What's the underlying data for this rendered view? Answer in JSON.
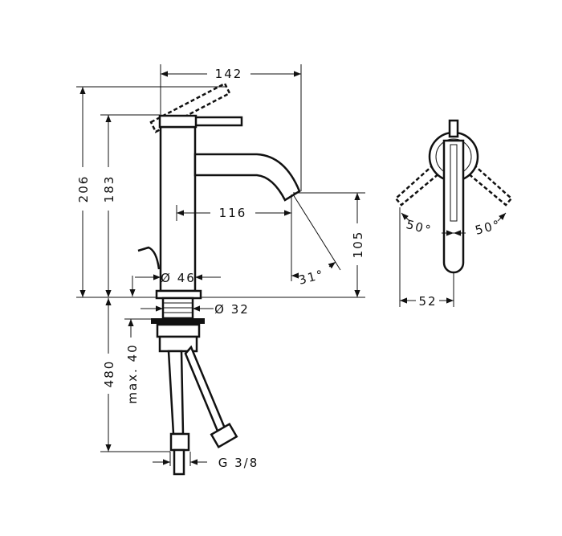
{
  "dimensions": {
    "width_total": "142",
    "height_lever_raised": "206",
    "height_total": "183",
    "spout_projection": "116",
    "spout_height": "105",
    "spout_angle": "31°",
    "body_diameter": "Ø 46",
    "shank_diameter": "Ø 32",
    "hose_length": "480",
    "max_deck_thickness": "max. 40",
    "connection_thread": "G 3/8",
    "lever_angle_left": "50°",
    "lever_angle_right": "50°",
    "handle_offset": "52"
  }
}
